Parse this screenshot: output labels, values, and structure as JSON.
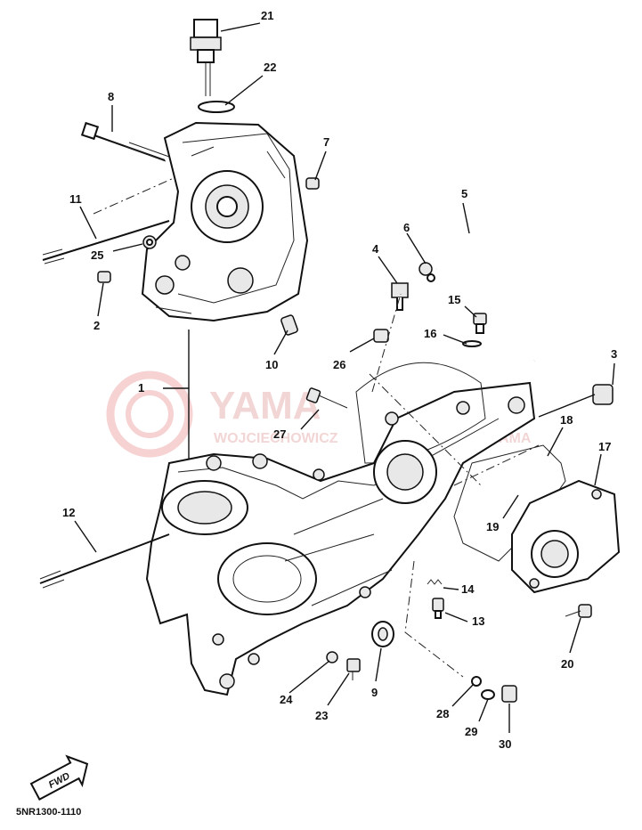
{
  "diagram": {
    "drawing_code": "5NR1300-1110",
    "fwd_label": "FWD",
    "watermark_main": "YAMA",
    "watermark_sub": "WOJCIECHOWICZ",
    "watermark_sub2": "AMA",
    "callouts": [
      "1",
      "2",
      "3",
      "4",
      "5",
      "6",
      "7",
      "8",
      "9",
      "10",
      "11",
      "12",
      "13",
      "14",
      "15",
      "16",
      "17",
      "18",
      "19",
      "20",
      "21",
      "22",
      "23",
      "24",
      "25",
      "26",
      "27",
      "28",
      "29",
      "30"
    ]
  }
}
